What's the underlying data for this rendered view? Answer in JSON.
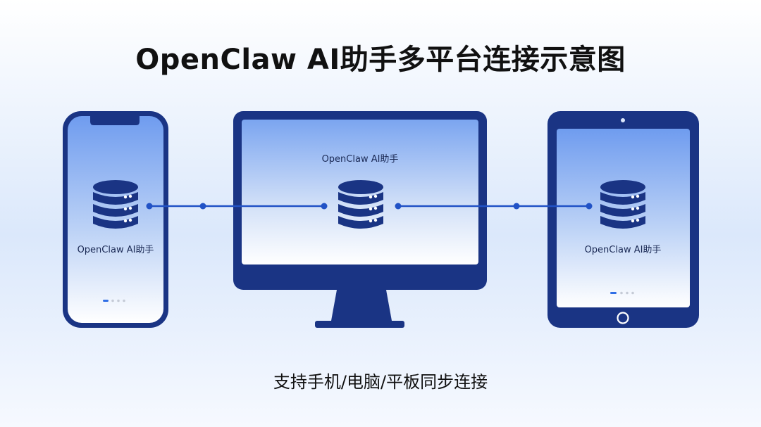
{
  "title": "OpenClaw AI助手多平台连接示意图",
  "caption": "支持手机/电脑/平板同步连接",
  "devices": {
    "phone": {
      "label": "OpenClaw AI助手"
    },
    "monitor": {
      "label": "OpenClaw AI助手"
    },
    "tablet": {
      "label": "OpenClaw AI助手"
    }
  },
  "colors": {
    "frame": "#1a3484",
    "screen_top": "#6f9cef",
    "screen_bottom": "#ffffff",
    "connector": "#2152c6",
    "database": "#1a3484",
    "indicator_active": "#2f6ee6",
    "indicator_inactive": "#c5cbd6"
  },
  "icons": [
    "database-icon",
    "home-button-icon",
    "camera-icon"
  ]
}
